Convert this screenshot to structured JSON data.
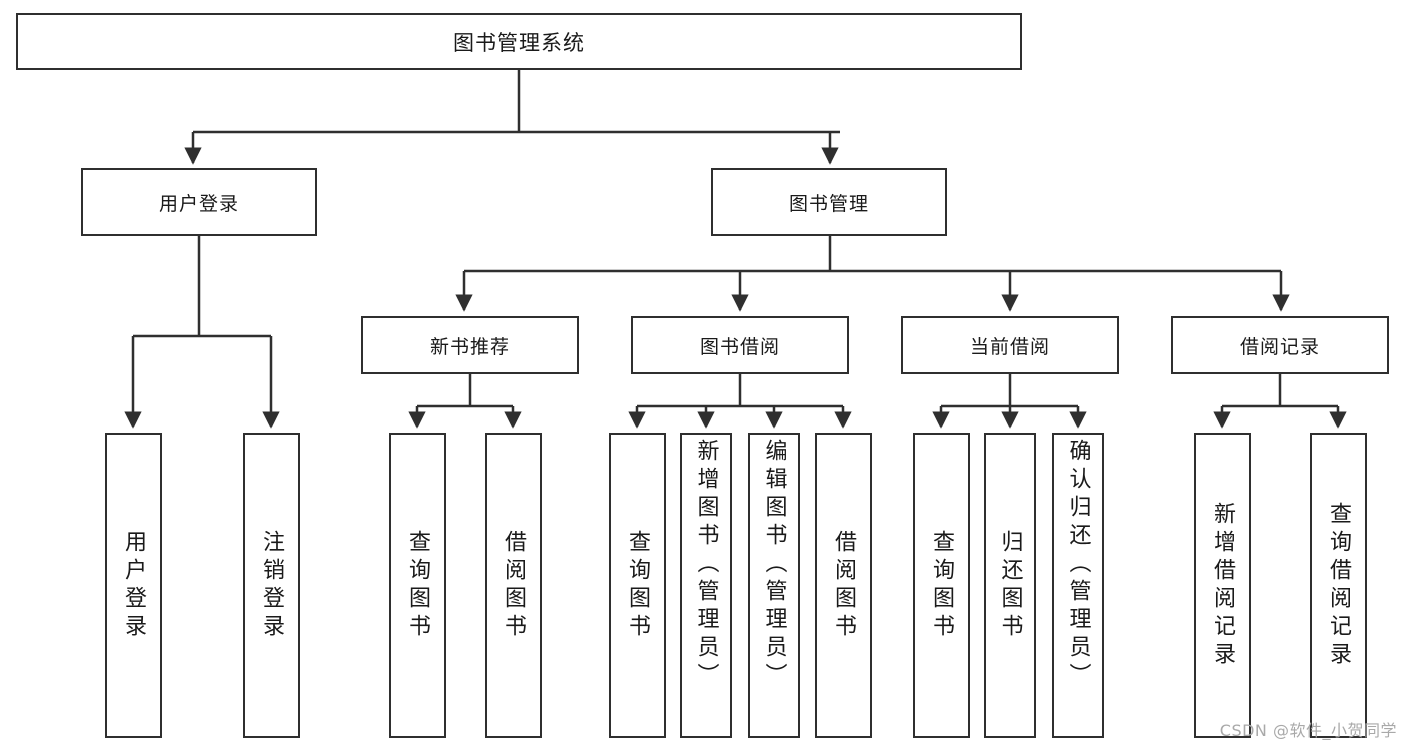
{
  "diagram": {
    "title": "图书管理系统",
    "type": "tree",
    "watermark": "CSDN @软件_小贺同学",
    "colors": {
      "box_border": "#2f2f2f",
      "box_fill": "#ffffff",
      "line": "#2f2f2f",
      "text": "#1a1a1a",
      "watermark": "#a9a9a9"
    },
    "root": {
      "label": "图书管理系统"
    },
    "level2": [
      {
        "id": "user-login",
        "label": "用户登录"
      },
      {
        "id": "book-manage",
        "label": "图书管理"
      }
    ],
    "level3": [
      {
        "id": "new-book-rec",
        "label": "新书推荐"
      },
      {
        "id": "book-borrow",
        "label": "图书借阅"
      },
      {
        "id": "current-borrow",
        "label": "当前借阅"
      },
      {
        "id": "borrow-record",
        "label": "借阅记录"
      }
    ],
    "leaves": {
      "user_login": [
        {
          "id": "leaf-user-login",
          "label": "用户登录"
        },
        {
          "id": "leaf-logout",
          "label": "注销登录"
        }
      ],
      "new_book_rec": [
        {
          "id": "leaf-query-book-1",
          "label": "查询图书"
        },
        {
          "id": "leaf-borrow-book-1",
          "label": "借阅图书"
        }
      ],
      "book_borrow": [
        {
          "id": "leaf-query-book-2",
          "label": "查询图书"
        },
        {
          "id": "leaf-add-book",
          "label": "新增图书（管理员）"
        },
        {
          "id": "leaf-edit-book",
          "label": "编辑图书（管理员）"
        },
        {
          "id": "leaf-borrow-book-2",
          "label": "借阅图书"
        }
      ],
      "current_borrow": [
        {
          "id": "leaf-query-book-3",
          "label": "查询图书"
        },
        {
          "id": "leaf-return-book",
          "label": "归还图书"
        },
        {
          "id": "leaf-confirm-return",
          "label": "确认归还（管理员）"
        }
      ],
      "borrow_record": [
        {
          "id": "leaf-add-record",
          "label": "新增借阅记录"
        },
        {
          "id": "leaf-query-record",
          "label": "查询借阅记录"
        }
      ]
    }
  }
}
